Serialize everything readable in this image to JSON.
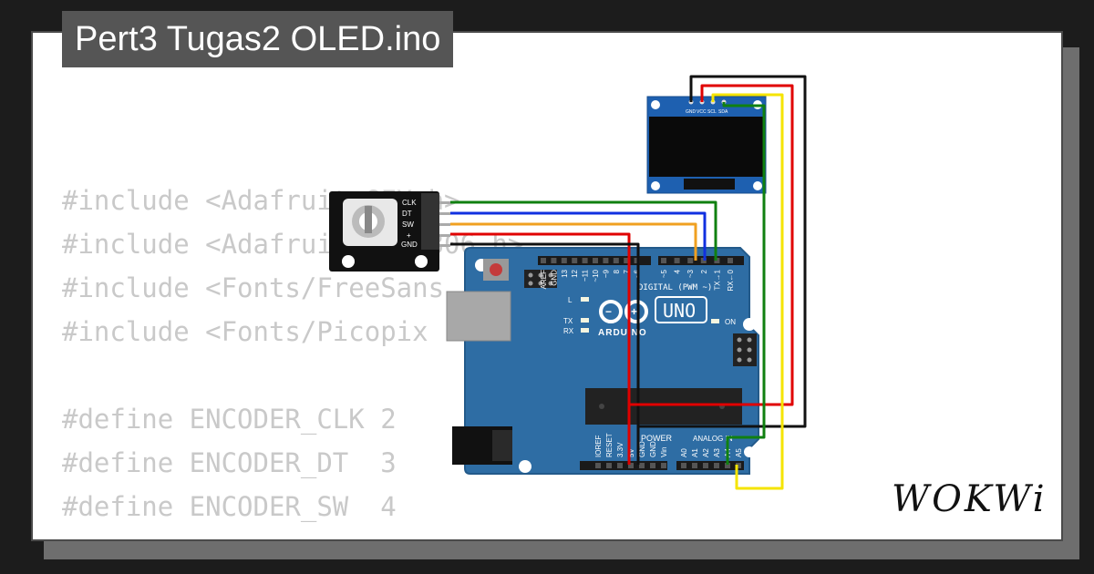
{
  "project": {
    "title": "Pert3 Tugas2 OLED.ino"
  },
  "code_lines": [
    "#include <Adafruit_GFX.h>",
    "#include <Adafruit_SSD1306.h>",
    "#include <Fonts/FreeSans",
    "#include <Fonts/Picopix",
    "",
    "#define ENCODER_CLK 2",
    "#define ENCODER_DT  3",
    "#define ENCODER_SW  4"
  ],
  "encoder": {
    "pins": [
      "CLK",
      "DT",
      "SW",
      "+",
      "GND"
    ]
  },
  "oled": {
    "pins": [
      "GND",
      "VCC",
      "SCL",
      "SDA"
    ]
  },
  "arduino": {
    "brand": "ARDUINO",
    "model": "UNO",
    "digital_label": "DIGITAL (PWM ~)",
    "power_label": "POWER",
    "analog_label": "ANALOG IN",
    "led_labels": {
      "l": "L",
      "tx": "TX",
      "rx": "RX",
      "on": "ON"
    },
    "digital_pins": [
      "AREF",
      "GND",
      "13",
      "12",
      "~11",
      "~10",
      "~9",
      "8",
      "7",
      "~6",
      "~5",
      "4",
      "~3",
      "2",
      "TX→1",
      "RX←0"
    ],
    "power_pins": [
      "IOREF",
      "RESET",
      "3.3V",
      "5V",
      "GND",
      "GND",
      "Vin"
    ],
    "analog_pins": [
      "A0",
      "A1",
      "A2",
      "A3",
      "A4",
      "A5"
    ]
  },
  "brand": {
    "logo_text": "WOKWi"
  },
  "colors": {
    "board": "#2e6da4",
    "wire_red": "#e00000",
    "wire_black": "#111111",
    "wire_green": "#108010",
    "wire_blue": "#1030e0",
    "wire_orange": "#f0a020",
    "wire_yellow": "#f5e400"
  }
}
